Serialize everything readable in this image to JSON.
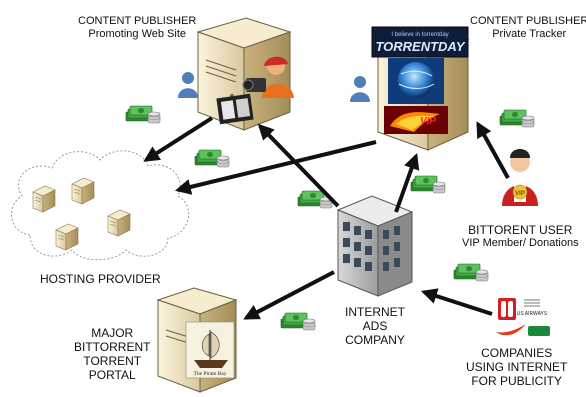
{
  "labels": {
    "publisher_web_title": "CONTENT PUBLISHER",
    "publisher_web_sub": "Promoting Web Site",
    "publisher_tracker_title": "CONTENT PUBLISHER",
    "publisher_tracker_sub": "Private Tracker",
    "hosting_provider": "HOSTING PROVIDER",
    "bittorrent_user_title": "BITTORENT USER",
    "bittorrent_user_sub": "VIP Member/ Donations",
    "internet_ads_1": "INTERNET",
    "internet_ads_2": "ADS",
    "internet_ads_3": "COMPANY",
    "major_1": "MAJOR",
    "major_2": "BITTORRENT",
    "major_3": "TORRENT",
    "major_4": "PORTAL",
    "companies_1": "COMPANIES",
    "companies_2": "USING INTERNET",
    "companies_3": "FOR PUBLICITY"
  },
  "screen_texts": {
    "torrent_banner": "TORRENTDAY",
    "torrent_tagline": "I believe in torrentday",
    "vip_badge": "VIP",
    "pirate_bay": "The Pirate Bay",
    "brand_airways": "US AIRWAYS"
  },
  "colors": {
    "arrow": "#111111",
    "server_body": "#efe3c0",
    "money_green": "#3d9a3d",
    "person_blue": "#4f7fb8"
  }
}
